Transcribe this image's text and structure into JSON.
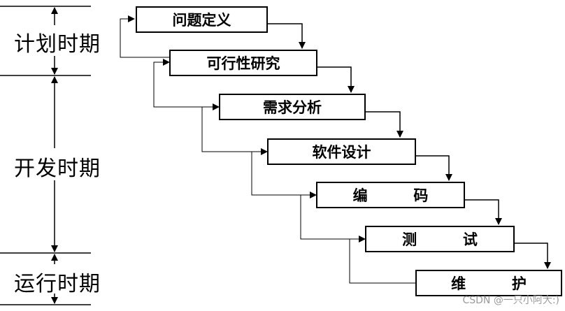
{
  "phases": [
    {
      "label": "计划时期"
    },
    {
      "label": "开发时期"
    },
    {
      "label": "运行时期"
    }
  ],
  "stages": [
    {
      "label": "问题定义"
    },
    {
      "label": "可行性研究"
    },
    {
      "label": "需求分析"
    },
    {
      "label": "软件设计"
    },
    {
      "label": "编         码"
    },
    {
      "label": "测         试"
    },
    {
      "label": "维         护"
    }
  ],
  "watermark": "CSDN @一只小阿大:)"
}
